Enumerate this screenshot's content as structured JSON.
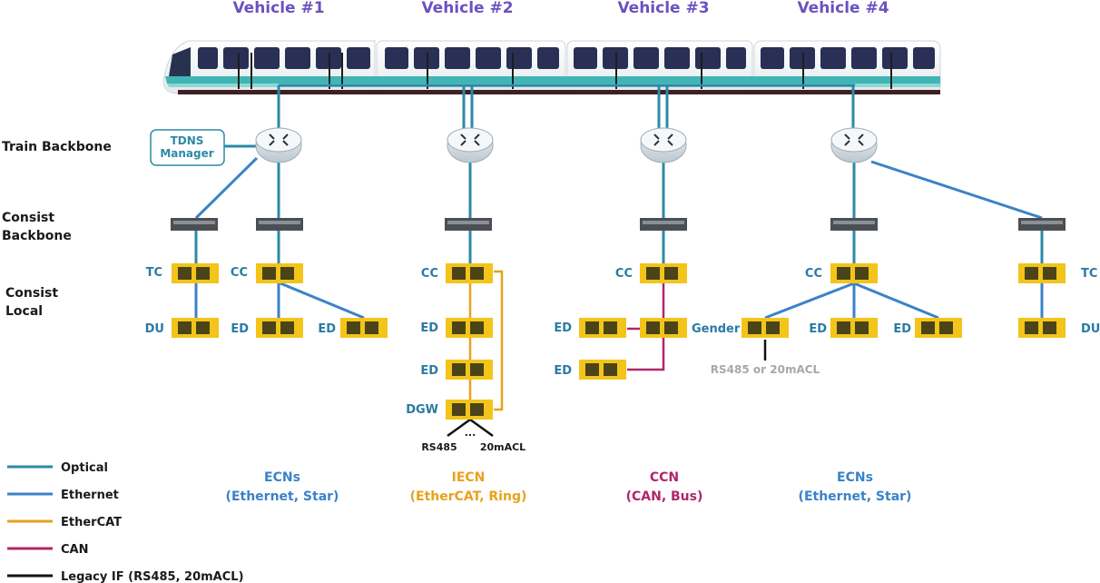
{
  "vehicles": [
    "Vehicle #1",
    "Vehicle #2",
    "Vehicle #3",
    "Vehicle #4"
  ],
  "levels": {
    "train_backbone": "Train Backbone",
    "consist_backbone": [
      "Consist",
      "Backbone"
    ],
    "consist_local": [
      "Consist",
      "Local"
    ]
  },
  "tdns": [
    "TDNS",
    "Manager"
  ],
  "nodes": {
    "tc": "TC",
    "du": "DU",
    "cc": "CC",
    "ed": "ED",
    "dgw": "DGW",
    "gender": "Gender"
  },
  "legacy_labels": {
    "rs485": "RS485",
    "ma20": "20mACL",
    "rs485_or": "RS485 or 20mACL",
    "dots": "..."
  },
  "networks": [
    {
      "title": "ECNs",
      "sub": "(Ethernet, Star)",
      "color": "#3b82c8"
    },
    {
      "title": "IECN",
      "sub": "(EtherCAT, Ring)",
      "color": "#e8a21c"
    },
    {
      "title": "CCN",
      "sub": "(CAN, Bus)",
      "color": "#b0266a"
    },
    {
      "title": "ECNs",
      "sub": "(Ethernet, Star)",
      "color": "#3b82c8"
    }
  ],
  "legend": [
    {
      "label": "Optical",
      "color": "#2b8aa6"
    },
    {
      "label": "Ethernet",
      "color": "#3b82c8"
    },
    {
      "label": "EtherCAT",
      "color": "#e8a21c"
    },
    {
      "label": "CAN",
      "color": "#b0266a"
    },
    {
      "label": "Legacy IF (RS485, 20mACL)",
      "color": "#111111"
    }
  ]
}
